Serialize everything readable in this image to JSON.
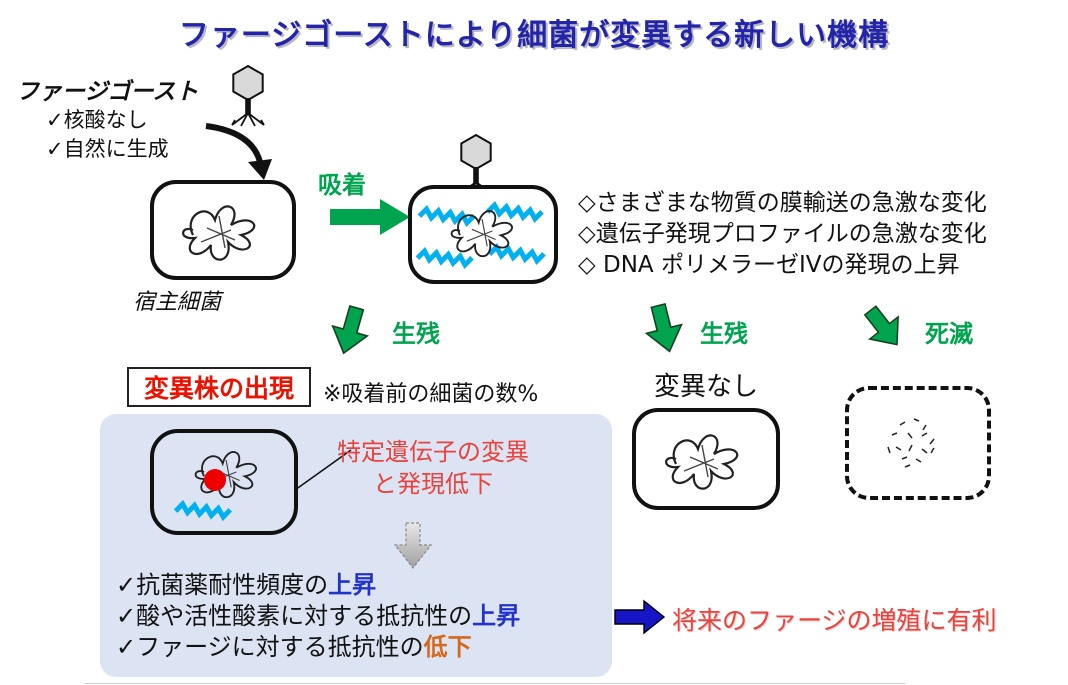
{
  "title": {
    "text": "ファージゴーストにより細菌が変異する新しい機構"
  },
  "phage_ghost": {
    "label": "ファージゴースト",
    "points": [
      "✓核酸なし",
      "✓自然に生成"
    ]
  },
  "host_cell_label": "宿主細菌",
  "adsorption_label": "吸着",
  "effects": [
    "◇さまざまな物質の膜輸送の急激な変化",
    "◇遺伝子発現プロファイルの急激な変化",
    "◇ DNA ポリメラーゼIVの発現の上昇"
  ],
  "outcomes": [
    {
      "label": "生残"
    },
    {
      "label": "生残"
    },
    {
      "label": "死滅"
    }
  ],
  "mutant_title": "変異株の出現",
  "note": "※吸着前の細菌の数%",
  "no_mutation_label": "変異なし",
  "mutation_callout": {
    "line1": "特定遺伝子の変異",
    "line2": "と発現低下"
  },
  "consequences": [
    {
      "prefix": "✓抗菌薬耐性頻度の",
      "highlight": "上昇",
      "highlight_color": "blue"
    },
    {
      "prefix": "✓酸や活性酸素に対する抵抗性の",
      "highlight": "上昇",
      "highlight_color": "blue"
    },
    {
      "prefix": "✓ファージに対する抵抗性の",
      "highlight": "低下",
      "highlight_color": "orange"
    }
  ],
  "conclusion": "将来のファージの増殖に有利",
  "icons": {
    "phage": "phage-icon",
    "curved_arrow": "curved-arrow-icon",
    "right_arrow": "right-arrow-icon",
    "down_arrow": "down-arrow-icon",
    "chromosome": "chromosome-icon",
    "mrna": "mrna-squiggle-icon",
    "mutation_dot": "mutation-dot-icon",
    "dead_debris": "dead-debris-icon"
  },
  "colors": {
    "title_blue": "#2424AB",
    "green": "#00A44F",
    "mrna_blue": "#00B0F0",
    "red": "#EE1100",
    "soft_red": "#E8433C",
    "navy_arrow": "#1616C8",
    "highlight_blue": "#2233CC",
    "highlight_orange": "#D4691E",
    "panel_blue": "#DCE4F3",
    "phage_head_gray": "#D9D9D9",
    "ink": "#111111"
  }
}
